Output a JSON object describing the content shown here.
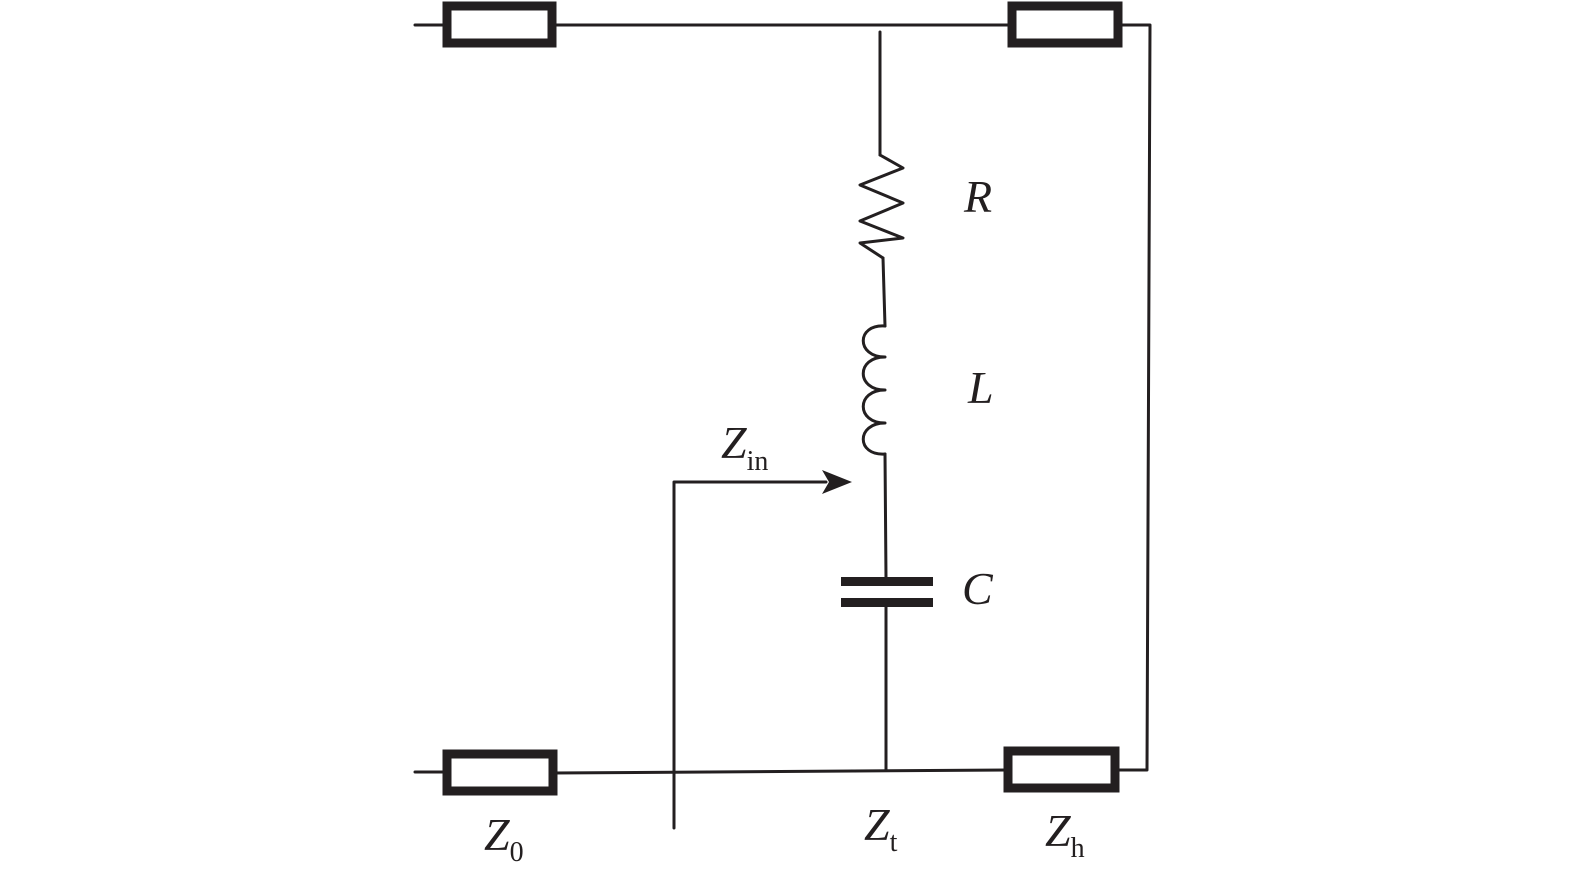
{
  "diagram": {
    "components": {
      "resistor": {
        "symbol": "R"
      },
      "inductor": {
        "symbol": "L"
      },
      "capacitor": {
        "symbol": "C"
      }
    },
    "impedances": {
      "input": {
        "main": "Z",
        "sub": "in"
      },
      "source": {
        "main": "Z",
        "sub": "0"
      },
      "trap": {
        "main": "Z",
        "sub": "t"
      },
      "harmonic": {
        "main": "Z",
        "sub": "h"
      }
    },
    "colors": {
      "line": "#231f20",
      "background": "#ffffff"
    }
  }
}
